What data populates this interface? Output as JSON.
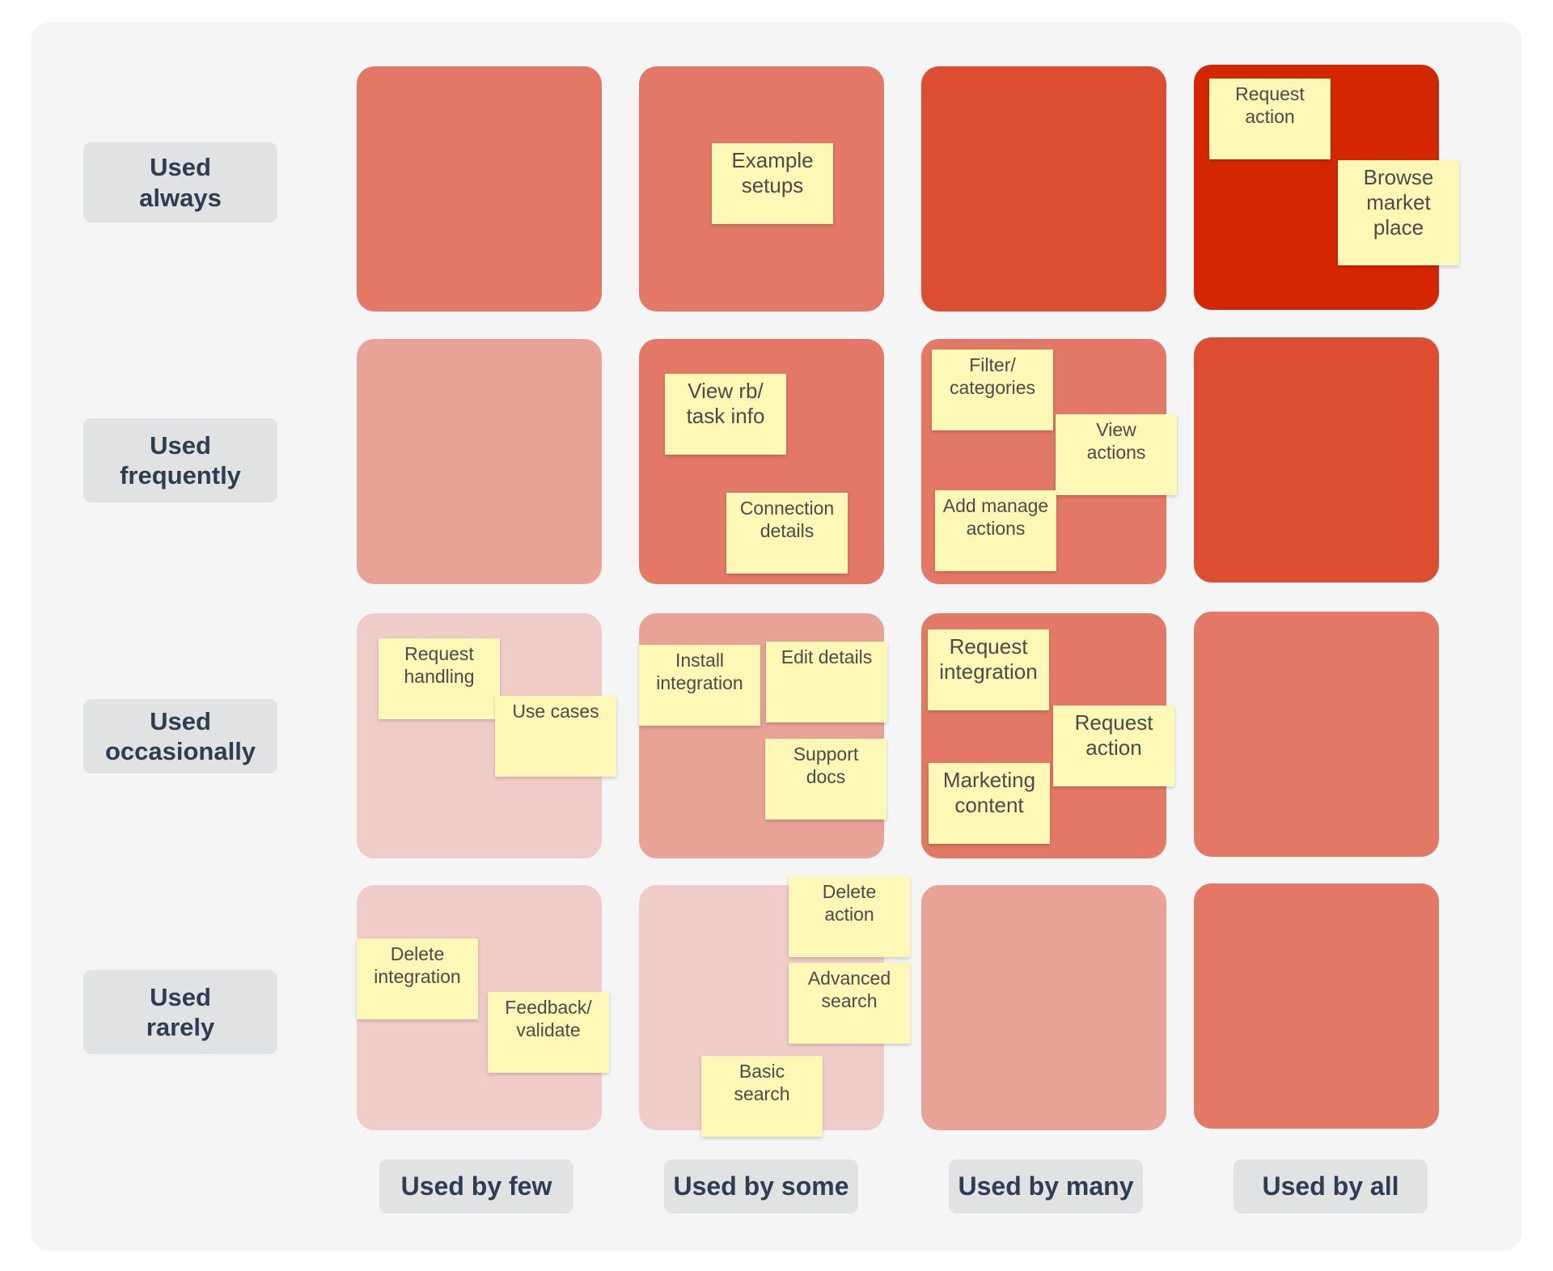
{
  "rows": [
    {
      "label": "Used\nalways"
    },
    {
      "label": "Used\nfrequently"
    },
    {
      "label": "Used\noccasionally"
    },
    {
      "label": "Used\nrarely"
    }
  ],
  "columns": [
    {
      "label": "Used by few"
    },
    {
      "label": "Used by some"
    },
    {
      "label": "Used by many"
    },
    {
      "label": "Used by all"
    }
  ],
  "colors": {
    "board": "#f5f5f5",
    "label_bg": "#e1e2e4",
    "label_text": "#2e3d52",
    "note_bg": "#fdf8b5",
    "heat_1": "#f0ccc8",
    "heat_2": "#e9a296",
    "heat_3": "#e37866",
    "heat_4": "#dc4e30",
    "heat_5": "#d42600"
  },
  "heat_levels": [
    [
      3,
      3,
      4,
      5
    ],
    [
      2,
      3,
      3,
      4
    ],
    [
      1,
      2,
      3,
      3
    ],
    [
      1,
      1,
      2,
      3
    ]
  ],
  "notes": {
    "r0c1_example_setups": "Example\nsetups",
    "r0c3_request_action": "Request\naction",
    "r0c3_browse_marketplace": "Browse\nmarket\nplace",
    "r1c1_view_rb_task_info": "View rb/\ntask info",
    "r1c1_connection_details": "Connection\ndetails",
    "r1c2_filter_categories": "Filter/\ncategories",
    "r1c2_view_actions": "View\nactions",
    "r1c2_add_manage_actions": "Add manage\nactions",
    "r2c0_request_handling": "Request\nhandling",
    "r2c0_use_cases": "Use cases",
    "r2c1_install_integration": "Install\nintegration",
    "r2c1_edit_details": "Edit details",
    "r2c1_support_docs": "Support\ndocs",
    "r2c2_request_integration": "Request\nintegration",
    "r2c2_request_action": "Request\naction",
    "r2c2_marketing_content": "Marketing\ncontent",
    "r3c0_delete_integration": "Delete\nintegration",
    "r3c0_feedback_validate": "Feedback/\nvalidate",
    "r3c1_delete_action": "Delete\naction",
    "r3c1_advanced_search": "Advanced\nsearch",
    "r3c1_basic_search": "Basic\nsearch"
  }
}
